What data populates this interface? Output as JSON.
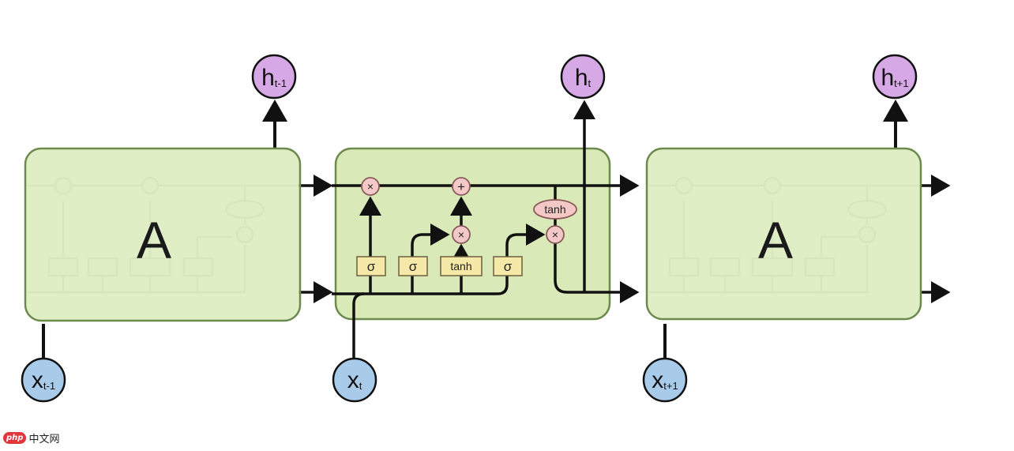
{
  "cells": {
    "left": {
      "label": "A",
      "input_base": "x",
      "input_sub": "t-1",
      "output_base": "h",
      "output_sub": "t-1"
    },
    "middle": {
      "input_base": "x",
      "input_sub": "t",
      "output_base": "h",
      "output_sub": "t"
    },
    "right": {
      "label": "A",
      "input_base": "x",
      "input_sub": "t+1",
      "output_base": "h",
      "output_sub": "t+1"
    }
  },
  "gates": {
    "sigma": "σ",
    "tanh": "tanh"
  },
  "ops": {
    "multiply": "×",
    "add": "+"
  },
  "watermark": {
    "logo": "php",
    "text": "中文网"
  },
  "colors": {
    "cell_fill": "#d9eab8",
    "cell_stroke": "#6d8a4e",
    "gate_fill": "#f6e9a8",
    "gate_stroke": "#6a6040",
    "op_fill": "#f4c8c6",
    "op_stroke": "#8a5a5a",
    "output_node": "#d6a9e6",
    "input_node": "#a9cbea",
    "line": "#111111"
  }
}
